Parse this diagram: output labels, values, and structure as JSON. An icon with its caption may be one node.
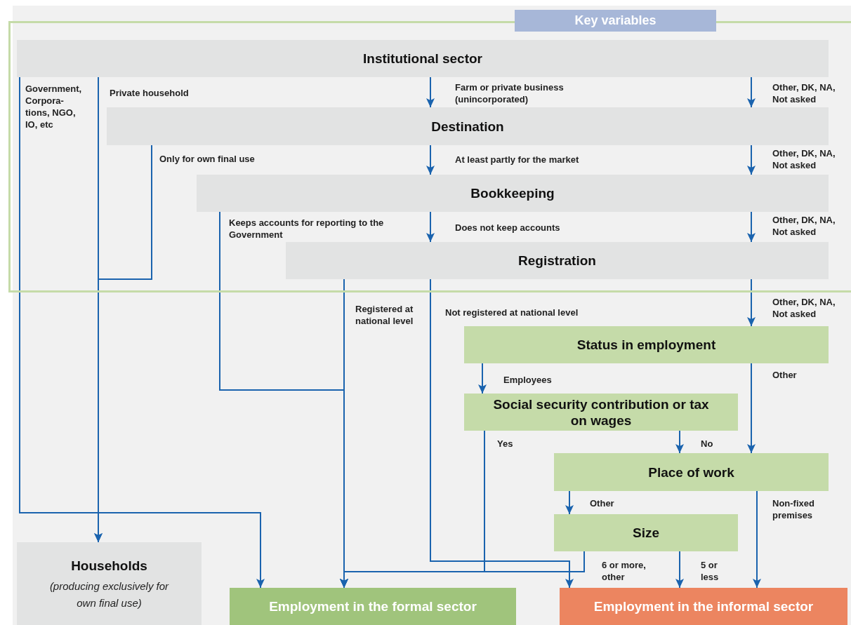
{
  "diagram": {
    "nodes": [
      {
        "text": [
          "Key variables"
        ]
      },
      {
        "text": [
          "Institutional sector"
        ],
        "in": 0
      },
      {
        "text": [
          "Destination"
        ],
        "in": 0
      },
      {
        "text": [
          "Bookkeeping"
        ],
        "in": 0
      },
      {
        "text": [
          "Registration"
        ],
        "in": 0
      },
      {
        "text": [
          "Status in employment"
        ]
      },
      {
        "text": [
          "Social security contribution or tax on wages"
        ]
      },
      {
        "text": [
          "Place of work"
        ]
      },
      {
        "text": [
          "Size"
        ]
      },
      {
        "text": [
          "Households",
          "(producing exclusively for own final use)"
        ]
      },
      {
        "text": [
          "Employment in the formal sector"
        ]
      },
      {
        "text": [
          "Employment in the informal sector"
        ]
      }
    ],
    "edges": [
      {
        "from": 1,
        "to": 10,
        "arrow": "to",
        "label": "Government, Corpora- tions, NGO, IO, etc"
      },
      {
        "from": 1,
        "to": 9,
        "arrow": "to",
        "label": "Private household"
      },
      {
        "from": 1,
        "to": 2,
        "arrow": "to",
        "label": "Farm or private business (unincorporated)"
      },
      {
        "from": 1,
        "to": 2,
        "arrow": "to",
        "label": "Other, DK, NA, Not asked"
      },
      {
        "from": 2,
        "to": 9,
        "arrow": "to",
        "label": "Only for own final use"
      },
      {
        "from": 2,
        "to": 3,
        "arrow": "to",
        "label": "At least partly for the market"
      },
      {
        "from": 2,
        "to": 3,
        "arrow": "to",
        "label": "Other, DK, NA, Not asked"
      },
      {
        "from": 3,
        "to": 10,
        "arrow": "to",
        "label": "Keeps  accounts for reporting to the Government"
      },
      {
        "from": 3,
        "to": 4,
        "arrow": "to",
        "label": "Does not keep accounts"
      },
      {
        "from": 3,
        "to": 4,
        "arrow": "to",
        "label": "Other, DK, NA, Not asked"
      },
      {
        "from": 4,
        "to": 10,
        "arrow": "to",
        "label": "Registered at national level"
      },
      {
        "from": 4,
        "to": 11,
        "arrow": "to",
        "label": "Not registered at national level"
      },
      {
        "from": 4,
        "to": 5,
        "arrow": "to",
        "label": "Other, DK, NA, Not asked"
      },
      {
        "from": 5,
        "to": 6,
        "arrow": "to",
        "label": "Employees"
      },
      {
        "from": 5,
        "to": 7,
        "arrow": "to",
        "label": "Other"
      },
      {
        "from": 6,
        "to": 10,
        "arrow": "to",
        "label": "Yes"
      },
      {
        "from": 6,
        "to": 7,
        "arrow": "to",
        "label": "No"
      },
      {
        "from": 7,
        "to": 8,
        "arrow": "to",
        "label": "Other"
      },
      {
        "from": 7,
        "to": 11,
        "arrow": "to",
        "label": "Non-fixed premises"
      },
      {
        "from": 8,
        "to": 10,
        "arrow": "to",
        "label": "6 or more, other"
      },
      {
        "from": 8,
        "to": 11,
        "arrow": "to",
        "label": "5 or less"
      }
    ]
  }
}
